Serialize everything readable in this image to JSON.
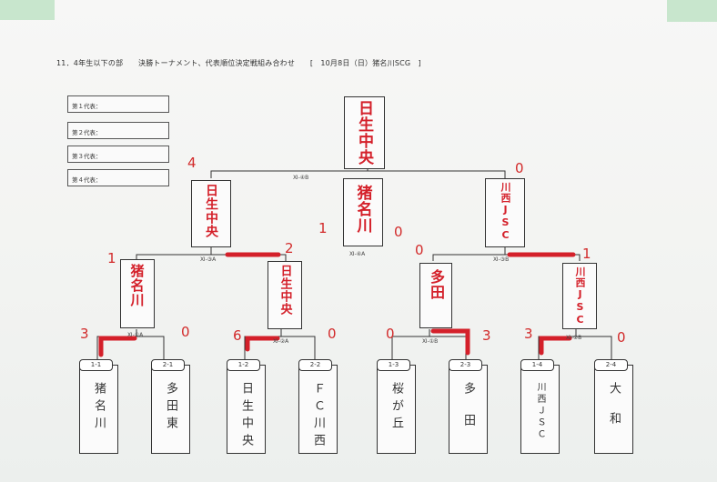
{
  "header": {
    "title": "11．4年生以下の部",
    "subtitle": "決勝トーナメント、代表順位決定戦組み合わせ",
    "date_venue": "[　10月8日（日）猪名川SCG　]"
  },
  "representatives": [
    {
      "label": "第１代表："
    },
    {
      "label": "第２代表："
    },
    {
      "label": "第３代表："
    },
    {
      "label": "第４代表："
    }
  ],
  "teams": [
    {
      "code": "1-1",
      "name": "猪名川"
    },
    {
      "code": "2-1",
      "name": "多田東"
    },
    {
      "code": "1-2",
      "name": "日生中央"
    },
    {
      "code": "2-2",
      "name": "ＦＣ川西"
    },
    {
      "code": "1-3",
      "name": "桜が丘"
    },
    {
      "code": "2-3",
      "name": "多田"
    },
    {
      "code": "1-4",
      "name": "川西ＪＳＣ"
    },
    {
      "code": "2-4",
      "name": "大和"
    }
  ],
  "handwritten_winners": {
    "champion": "日生中央",
    "third_place": "猪名川",
    "final_left": "日生中央",
    "final_right": "川西JSC",
    "semi_1": "猪名川",
    "semi_2": "日生中央",
    "semi_3": "多田",
    "semi_4": "川西JSC"
  },
  "scores": {
    "r1_m1": [
      "3",
      "0"
    ],
    "r1_m2": [
      "6",
      "0"
    ],
    "r1_m3": [
      "0",
      "3"
    ],
    "r1_m4": [
      "3",
      "0"
    ],
    "r2_left": [
      "1",
      "2"
    ],
    "r2_right": [
      "0",
      "1"
    ],
    "final": [
      "4",
      "0"
    ],
    "third": [
      "1",
      "0"
    ]
  },
  "match_labels": {
    "final": "Ⅺ-④B",
    "third": "Ⅺ-④A",
    "semi_left": "Ⅺ-③A",
    "semi_right": "Ⅺ-③B",
    "r1_m1": "Ⅺ-①A",
    "r1_m2": "Ⅺ-②A",
    "r1_m3": "Ⅺ-①B",
    "r1_m4": "Ⅺ-②B"
  },
  "colors": {
    "ink_red": "#d4202a",
    "line": "#333333"
  }
}
